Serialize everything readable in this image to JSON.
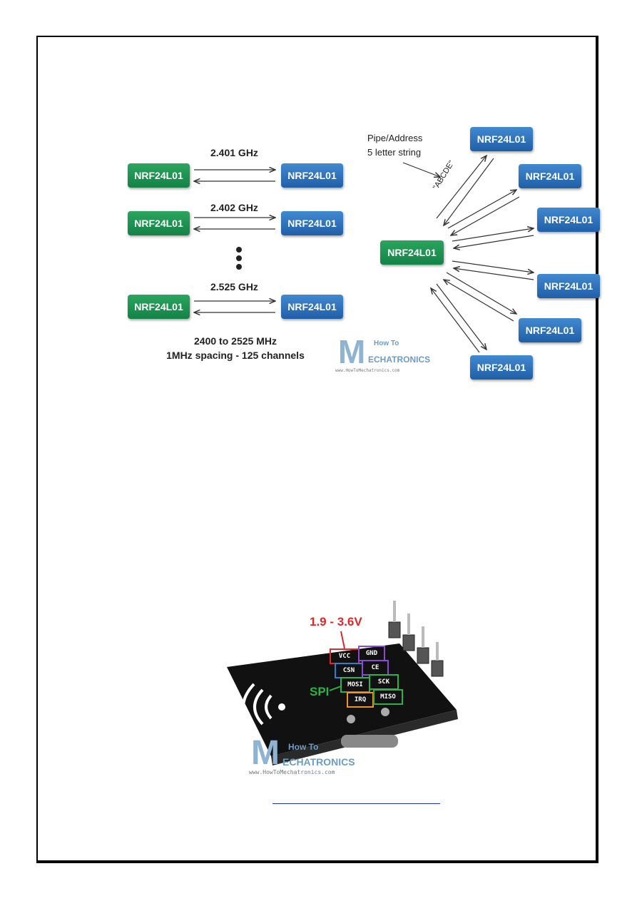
{
  "module_label": "NRF24L01",
  "left_diagram": {
    "channels": [
      "2.401 GHz",
      "2.402 GHz",
      "2.525 GHz"
    ],
    "caption_line1": "2400 to 2525 MHz",
    "caption_line2": "1MHz spacing - 125 channels"
  },
  "right_diagram": {
    "pipe_line1": "Pipe/Address",
    "pipe_line2": "5 letter string",
    "address": "\"ABCDE\""
  },
  "watermark": {
    "line1": "How To",
    "line2": "ECHATRONICS",
    "url": "www.HowToMechatronics.com"
  },
  "pinout": {
    "voltage": "1.9 - 3.6V",
    "spi": "SPI",
    "pins": [
      "VCC",
      "GND",
      "CSN",
      "CE",
      "MOSI",
      "SCK",
      "IRQ",
      "MISO"
    ],
    "voltage_color": "#e0262b",
    "spi_color": "#2bb24a"
  },
  "colors": {
    "green_box": "#1f9450",
    "blue_box": "#2f74bd",
    "link": "#1a2fcf"
  }
}
